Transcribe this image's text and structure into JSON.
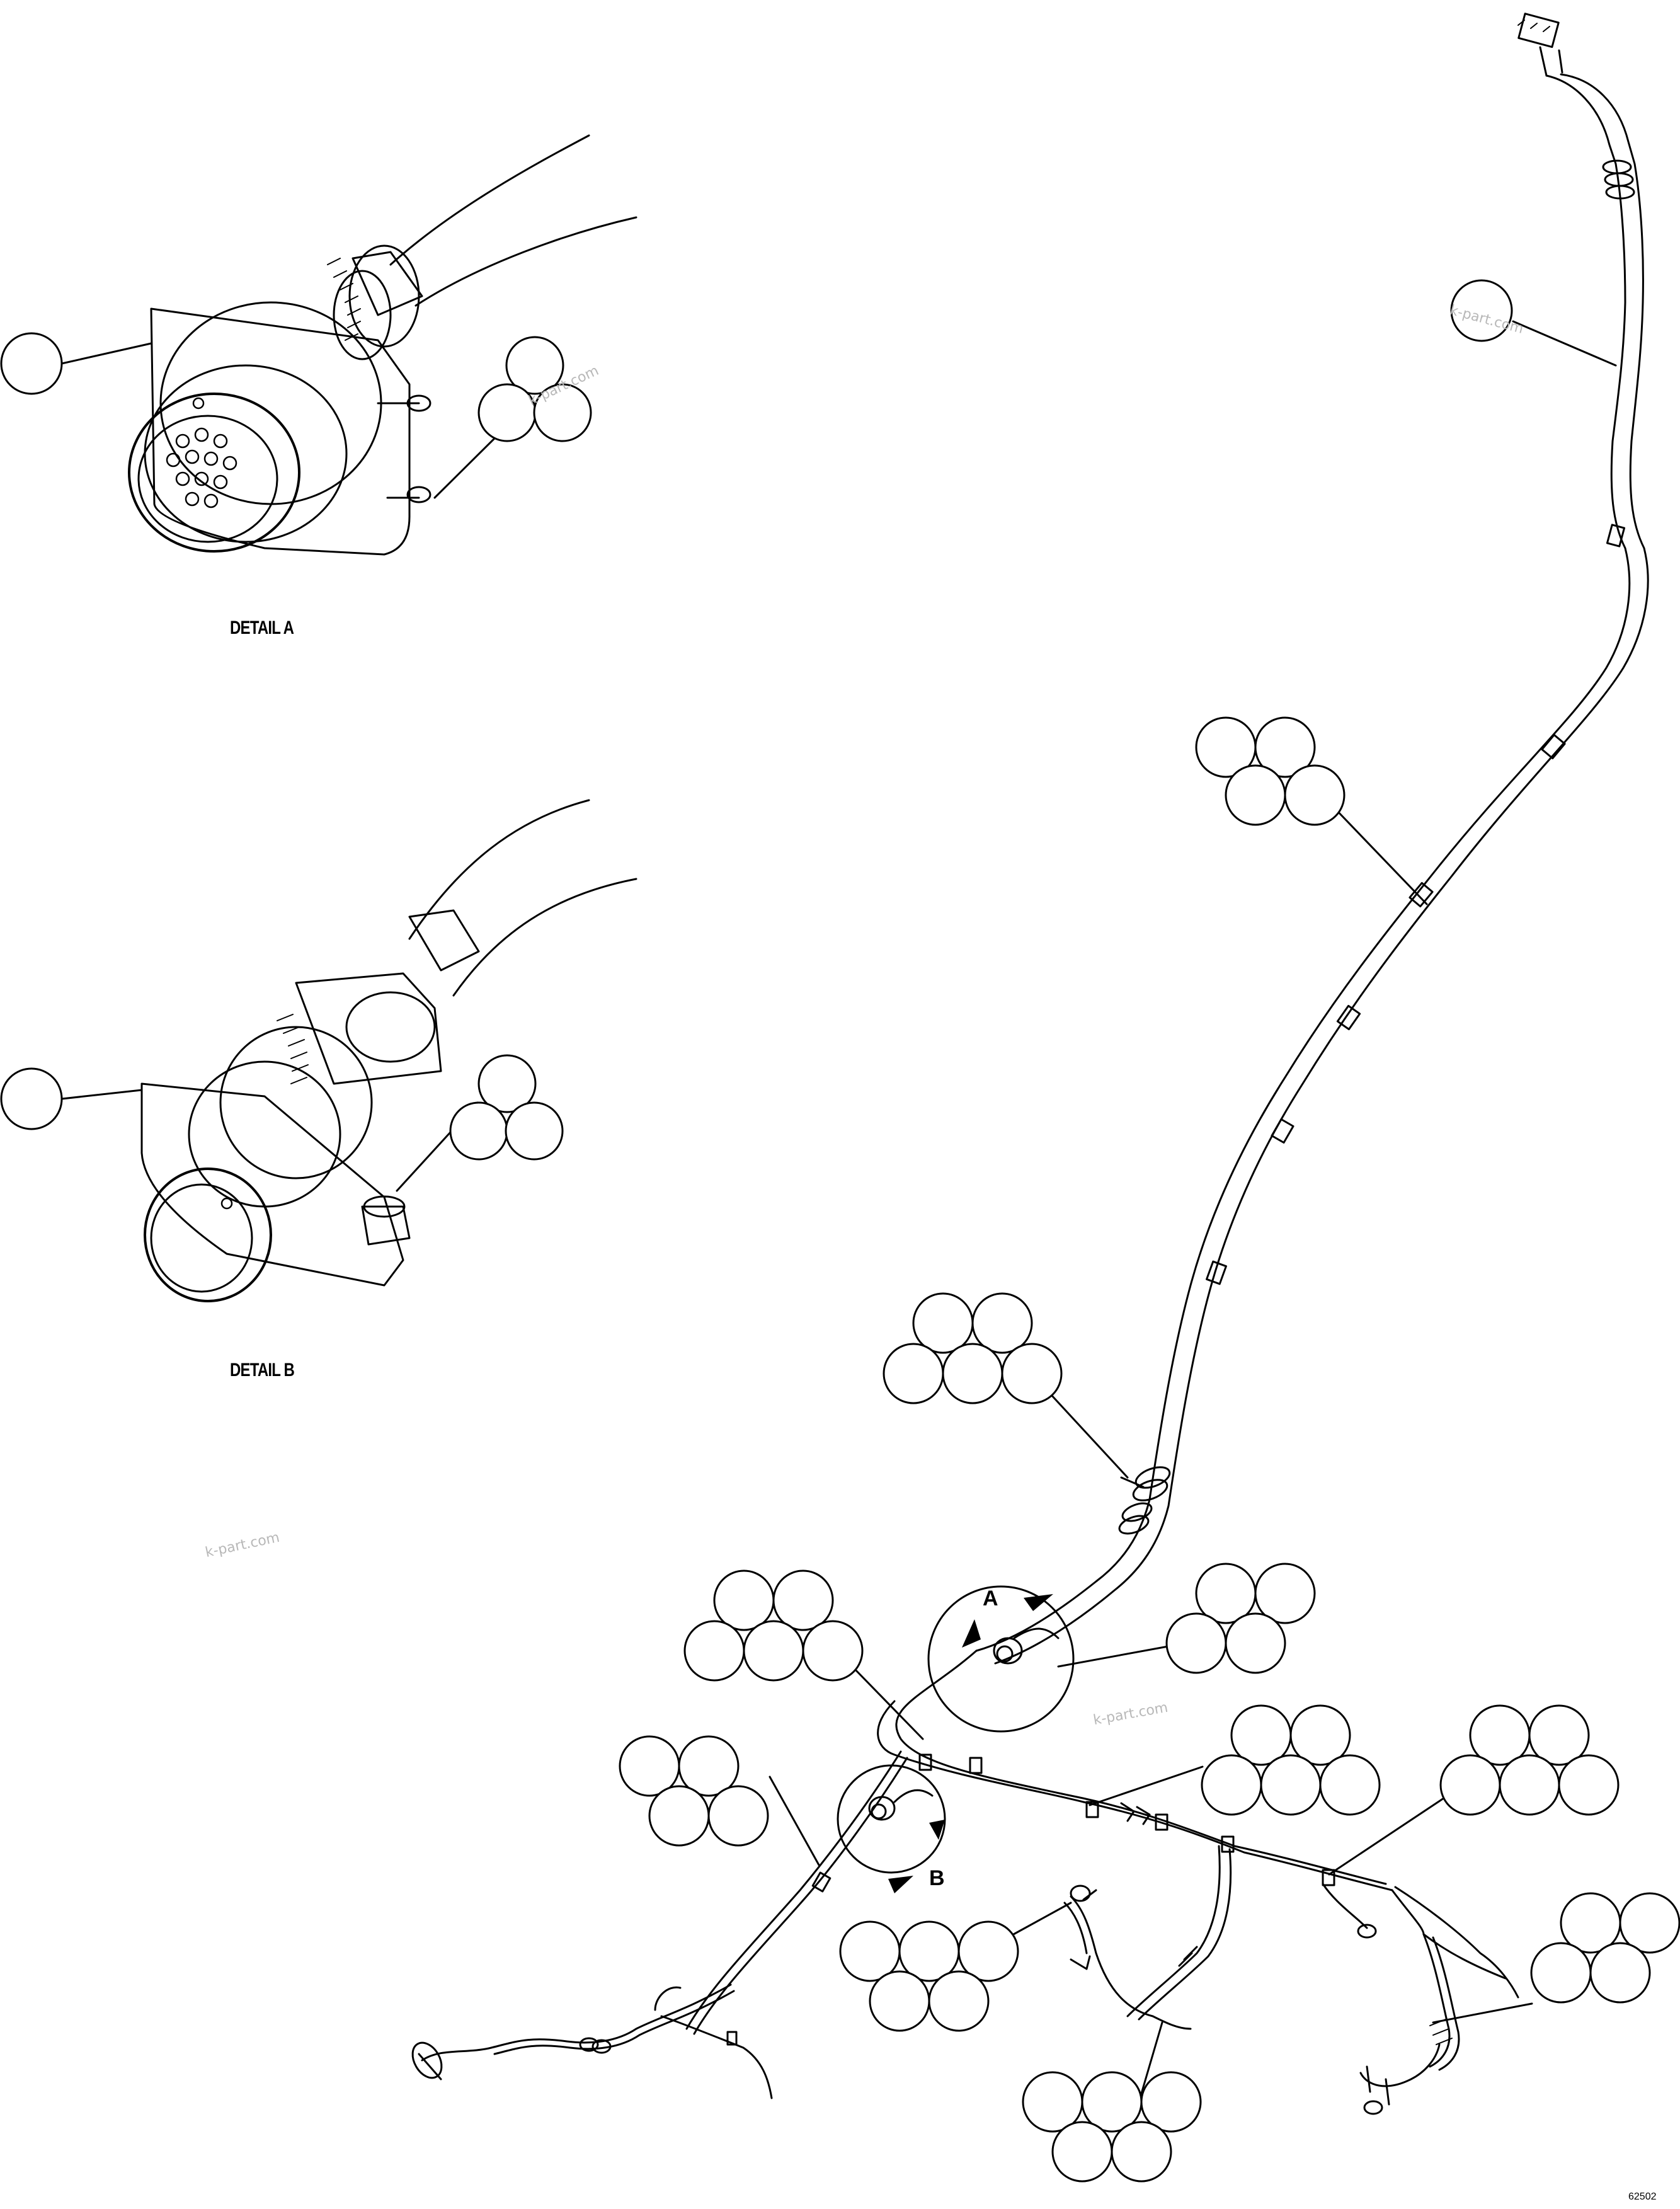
{
  "detail_a_label": "DETAIL A",
  "detail_b_label": "DETAIL B",
  "view_letter_a": "A",
  "view_letter_b": "B",
  "watermark": "k-part.com",
  "figure_number": "62502"
}
